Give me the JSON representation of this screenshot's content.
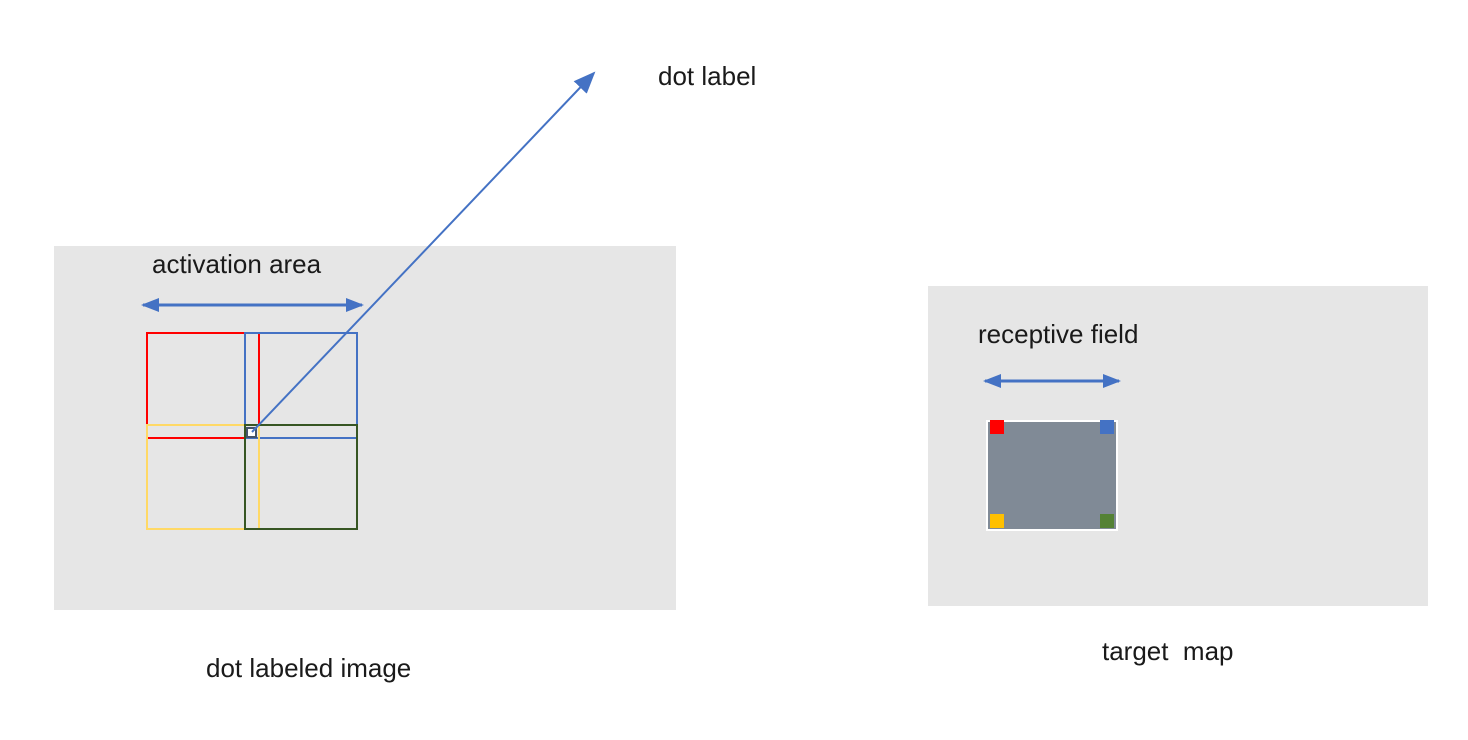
{
  "labels": {
    "dot_label": "dot label",
    "activation_area": "activation area",
    "receptive_field": "receptive field",
    "dot_labeled_image": "dot labeled image",
    "target_map": "target  map"
  },
  "colors": {
    "panel": "#e6e6e6",
    "arrow": "#4472c4",
    "red": "#ff0000",
    "blue": "#4472c4",
    "yellow": "#ffd966",
    "yellow_marker": "#ffc000",
    "green": "#375623",
    "green_marker": "#548235",
    "map_fill": "#808a96"
  }
}
